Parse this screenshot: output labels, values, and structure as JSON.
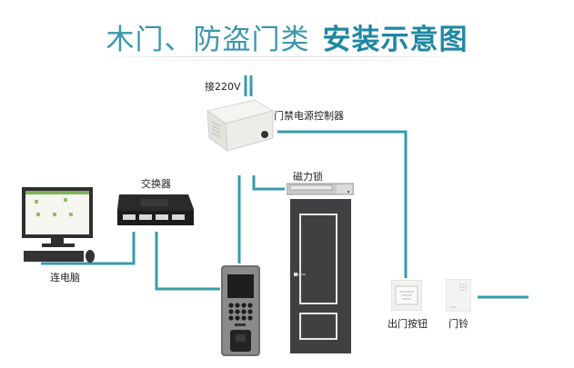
{
  "title": {
    "part1": "木门、防盗门类",
    "part2": "安装示意图"
  },
  "labels": {
    "power_input": "接220V",
    "power_controller": "门禁电源控制器",
    "magnetic_lock": "磁力锁",
    "switch": "交换器",
    "computer": "连电脑",
    "exit_button": "出门按钮",
    "doorbell": "门铃"
  },
  "colors": {
    "wire": "#3a9aa8",
    "title": "#2d8fa8",
    "door": "#404042"
  }
}
